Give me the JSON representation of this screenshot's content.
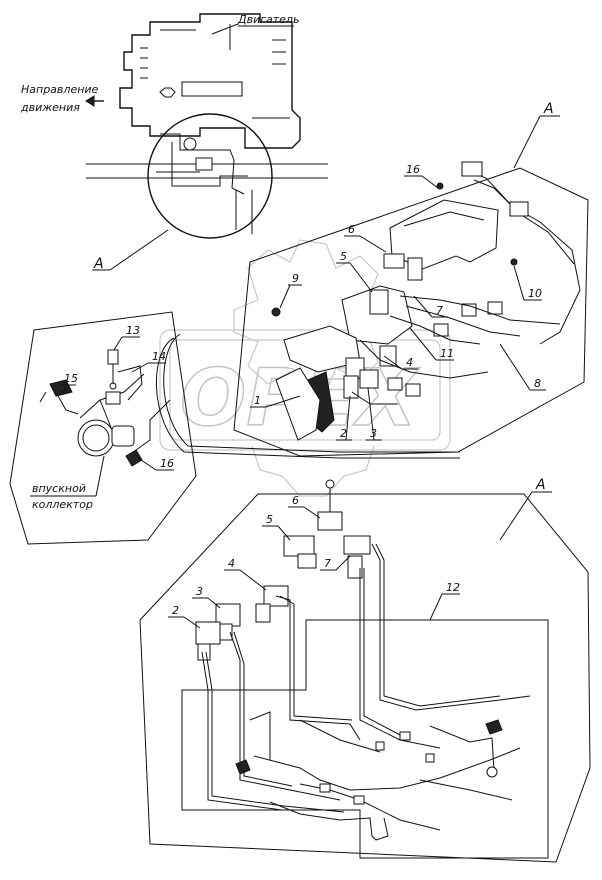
{
  "labels": {
    "engine": "Двигатель",
    "direction_line1": "Направление",
    "direction_line2": "движения",
    "view_a_top": "A",
    "view_a_left": "A",
    "view_a_bottom": "A",
    "intake_line1": "впускной",
    "intake_line2": "коллектор",
    "watermark": "OPEX"
  },
  "callouts": {
    "n16_top": "16",
    "n6_top": "6",
    "n5_top": "5",
    "n9": "9",
    "n10": "10",
    "n7_top": "7",
    "n11": "11",
    "n4_top": "4",
    "n8": "8",
    "n1": "1",
    "n2_top": "2",
    "n3_top": "3",
    "n13": "13",
    "n14": "14",
    "n15": "15",
    "n16_left": "16",
    "n6_bottom": "6",
    "n5_bottom": "5",
    "n7_bottom": "7",
    "n4_bottom": "4",
    "n3_bottom": "3",
    "n2_bottom": "2",
    "n12": "12"
  }
}
